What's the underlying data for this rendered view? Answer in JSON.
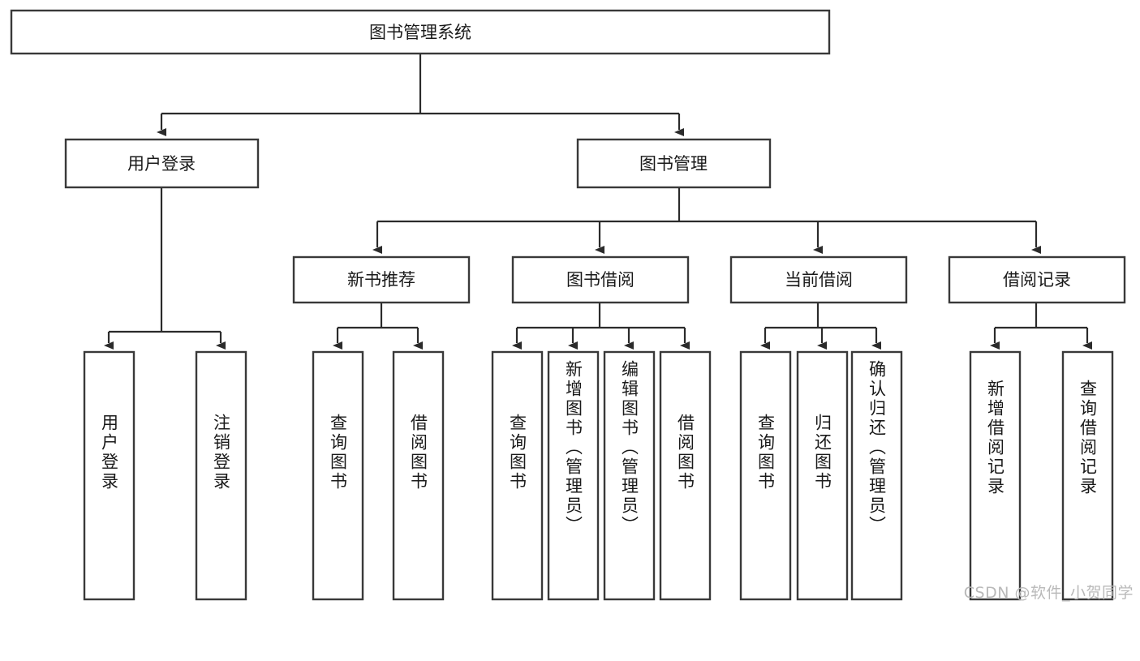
{
  "diagram": {
    "type": "tree-hierarchy-chart",
    "title": "图书管理系统",
    "colors": {
      "background": "#ffffff",
      "box_stroke": "#393939",
      "connector": "#2b2b2b",
      "text": "#1a1a1a",
      "watermark": "#b9b9b9"
    },
    "watermark": "CSDN @软件_小贺同学",
    "levels": {
      "root": {
        "label": "图书管理系统"
      },
      "level1": [
        {
          "label": "用户登录"
        },
        {
          "label": "图书管理"
        }
      ],
      "level2": [
        {
          "label": "新书推荐"
        },
        {
          "label": "图书借阅"
        },
        {
          "label": "当前借阅"
        },
        {
          "label": "借阅记录"
        }
      ],
      "leaves": {
        "user_login": [
          {
            "label": "用户登录"
          },
          {
            "label": "注销登录"
          }
        ],
        "new_book_recommend": [
          {
            "label": "查询图书"
          },
          {
            "label": "借阅图书"
          }
        ],
        "book_borrow": [
          {
            "label": "查询图书"
          },
          {
            "label": "新增图书（管理员）"
          },
          {
            "label": "编辑图书（管理员）"
          },
          {
            "label": "借阅图书"
          }
        ],
        "current_borrow": [
          {
            "label": "查询图书"
          },
          {
            "label": "归还图书"
          },
          {
            "label": "确认归还（管理员）"
          }
        ],
        "borrow_records": [
          {
            "label": "新增借阅记录"
          },
          {
            "label": "查询借阅记录"
          }
        ]
      }
    }
  }
}
